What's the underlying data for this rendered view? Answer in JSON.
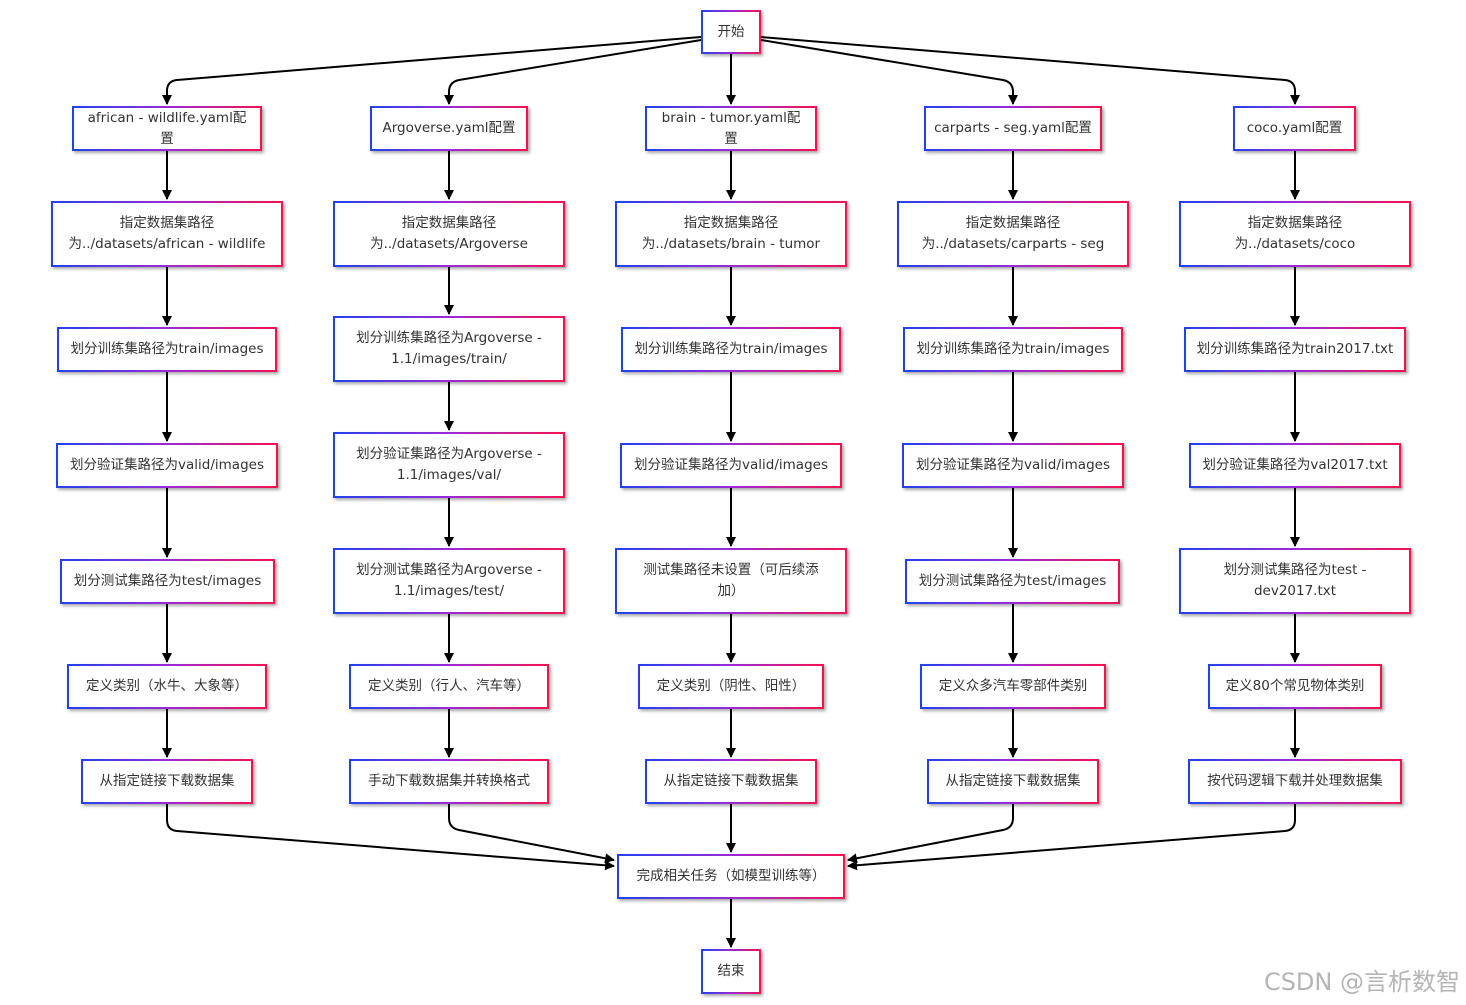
{
  "start": "开始",
  "end": "结束",
  "finish": "完成相关任务（如模型训练等）",
  "columns": [
    {
      "config": "african - wildlife.yaml配置",
      "path": "指定数据集路径\n为../datasets/african - wildlife",
      "train": "划分训练集路径为train/images",
      "val": "划分验证集路径为valid/images",
      "test": "划分测试集路径为test/images",
      "classes": "定义类别（水牛、大象等）",
      "download": "从指定链接下载数据集"
    },
    {
      "config": "Argoverse.yaml配置",
      "path": "指定数据集路径\n为../datasets/Argoverse",
      "train": "划分训练集路径为Argoverse -\n1.1/images/train/",
      "val": "划分验证集路径为Argoverse -\n1.1/images/val/",
      "test": "划分测试集路径为Argoverse -\n1.1/images/test/",
      "classes": "定义类别（行人、汽车等）",
      "download": "手动下载数据集并转换格式"
    },
    {
      "config": "brain - tumor.yaml配置",
      "path": "指定数据集路径\n为../datasets/brain - tumor",
      "train": "划分训练集路径为train/images",
      "val": "划分验证集路径为valid/images",
      "test": "测试集路径未设置（可后续添\n加）",
      "classes": "定义类别（阴性、阳性）",
      "download": "从指定链接下载数据集"
    },
    {
      "config": "carparts - seg.yaml配置",
      "path": "指定数据集路径\n为../datasets/carparts - seg",
      "train": "划分训练集路径为train/images",
      "val": "划分验证集路径为valid/images",
      "test": "划分测试集路径为test/images",
      "classes": "定义众多汽车零部件类别",
      "download": "从指定链接下载数据集"
    },
    {
      "config": "coco.yaml配置",
      "path": "指定数据集路径\n为../datasets/coco",
      "train": "划分训练集路径为train2017.txt",
      "val": "划分验证集路径为val2017.txt",
      "test": "划分测试集路径为test -\ndev2017.txt",
      "classes": "定义80个常见物体类别",
      "download": "按代码逻辑下载并处理数据集"
    }
  ],
  "watermark": "CSDN @言析数智"
}
